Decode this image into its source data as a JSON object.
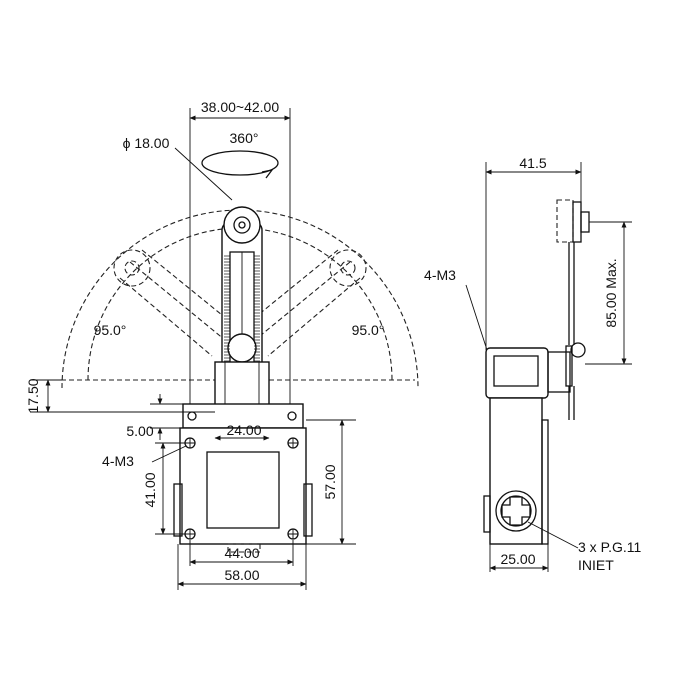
{
  "front_view": {
    "rod_width_range": "38.00~42.00",
    "roller_diameter": "ϕ 18.00",
    "rotation": "360°",
    "swing_left": "95.0°",
    "swing_right": "95.0°",
    "lever_offset": "17.50",
    "base_offset": "5.00",
    "flange_width": "24.00",
    "screw_label": "4-M3",
    "hole_height": "41.00",
    "body_height": "57.00",
    "hole_spacing": "44.00",
    "body_width": "58.00"
  },
  "side_view": {
    "lever_reach": "41.5",
    "screw_label": "4-M3",
    "stroke_max": "85.00 Max.",
    "body_depth": "25.00",
    "conduit": "3 x P.G.11",
    "inlet": "INIET"
  }
}
